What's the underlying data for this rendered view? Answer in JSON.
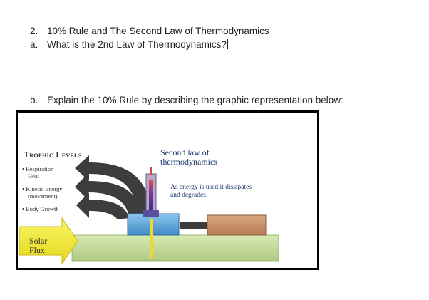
{
  "questions": {
    "q2": {
      "number": "2.",
      "text": "10% Rule and The Second Law of Thermodynamics"
    },
    "qa": {
      "number": "a.",
      "text": "What is the 2nd Law of Thermodynamics?"
    },
    "qb": {
      "number": "b.",
      "text": "Explain the 10% Rule by describing the graphic representation below:"
    }
  },
  "figure": {
    "title": "Trophic Levels",
    "legend": [
      {
        "lines": [
          "Respiration –",
          "Heat"
        ]
      },
      {
        "lines": [
          "Kinetic Energy",
          "(movement)"
        ]
      },
      {
        "lines": [
          "Body Growth"
        ]
      }
    ],
    "solar_label": [
      "Solar",
      "Flux"
    ],
    "law_title": [
      "Second law of",
      "thermodynamics"
    ],
    "law_note": [
      "As energy is used it dissipates",
      "and degrades."
    ],
    "colors": {
      "arrow": "#3d3d3d",
      "ground": "#c6df9c",
      "solar": "#f3ee2a",
      "water_box": "#5fa8dc",
      "brown_box": "#c8946a",
      "law_text": "#1f3a6e",
      "thermometer": "#8a2d8e"
    }
  }
}
